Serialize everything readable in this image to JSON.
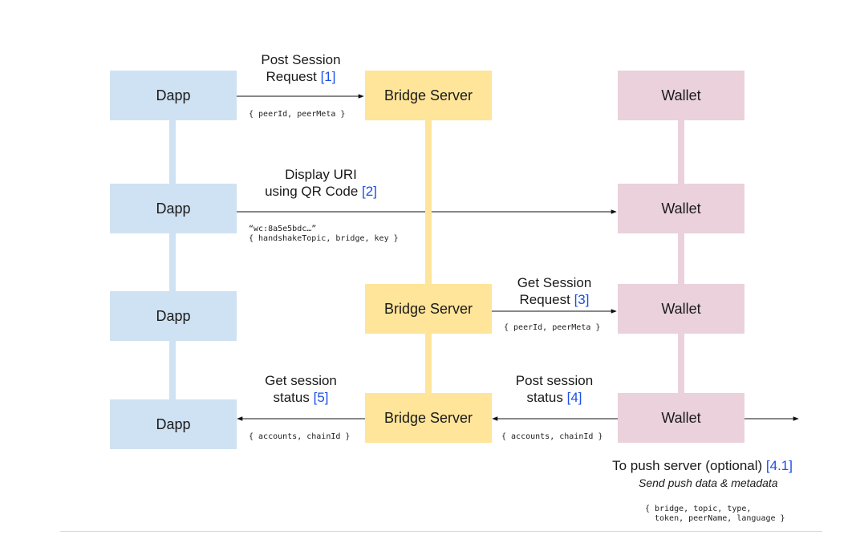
{
  "nodes": {
    "dapp_label": "Dapp",
    "bridge_label": "Bridge Server",
    "wallet_label": "Wallet"
  },
  "steps": {
    "s1": {
      "line1": "Post Session",
      "line2": "Request",
      "ref": "[1]",
      "payload": "{ peerId, peerMeta }"
    },
    "s2": {
      "line1": "Display URI",
      "line2": "using QR Code",
      "ref": "[2]",
      "payload_line1": "“wc:8a5e5bdc…”",
      "payload_line2": "{ handshakeTopic, bridge, key }"
    },
    "s3": {
      "line1": "Get Session",
      "line2": "Request",
      "ref": "[3]",
      "payload": "{ peerId, peerMeta }"
    },
    "s4": {
      "line1": "Post session",
      "line2": "status",
      "ref": "[4]",
      "payload": "{ accounts, chainId }"
    },
    "s5": {
      "line1": "Get session",
      "line2": "status",
      "ref": "[5]",
      "payload": "{ accounts, chainId }"
    },
    "s41": {
      "title": "To push server (optional)",
      "ref": "[4.1]",
      "subtitle": "Send push data & metadata",
      "payload_line1": "{ bridge, topic, type,",
      "payload_line2": "token, peerName, language }"
    }
  },
  "colors": {
    "dapp": "#cfe2f3",
    "bridge": "#ffe599",
    "wallet": "#ead1dc",
    "ref": "#1c4fe8",
    "arrow": "#111111"
  }
}
